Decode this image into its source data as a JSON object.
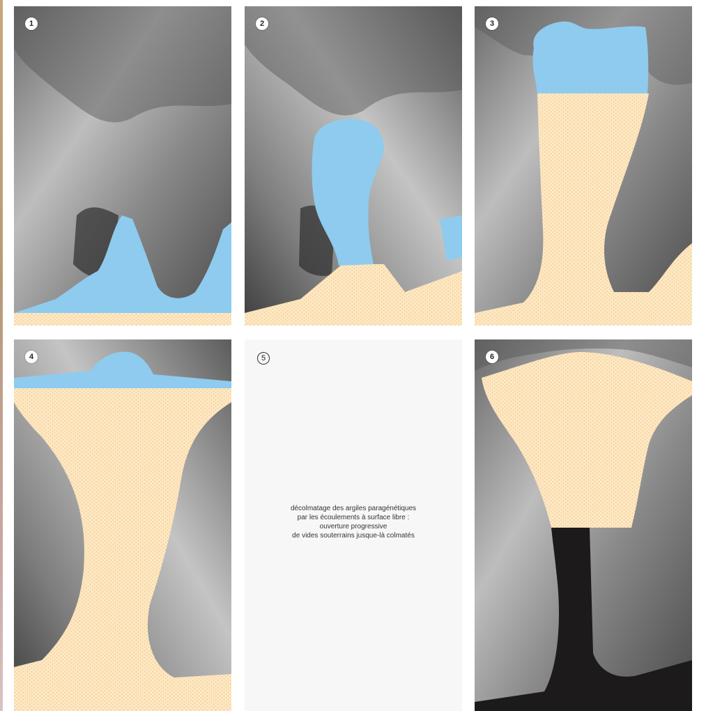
{
  "panels": [
    {
      "number": "1"
    },
    {
      "number": "2"
    },
    {
      "number": "3"
    },
    {
      "number": "4"
    },
    {
      "number": "5",
      "caption_lines": [
        "décolmatage des argiles paragénétiques",
        "par les écoulements à surface libre :",
        "ouverture progressive",
        "de vides souterrains jusque-là colmatés"
      ]
    },
    {
      "number": "6"
    }
  ],
  "colors": {
    "water": "#8ecbee",
    "sediment": "#fde8c4",
    "sediment_dot": "#f3c98a",
    "void": "#1c1a1b",
    "rock_light": "#b9b9b9",
    "rock_dark": "#3a3a3a",
    "panel_blank": "#f7f7f7"
  }
}
